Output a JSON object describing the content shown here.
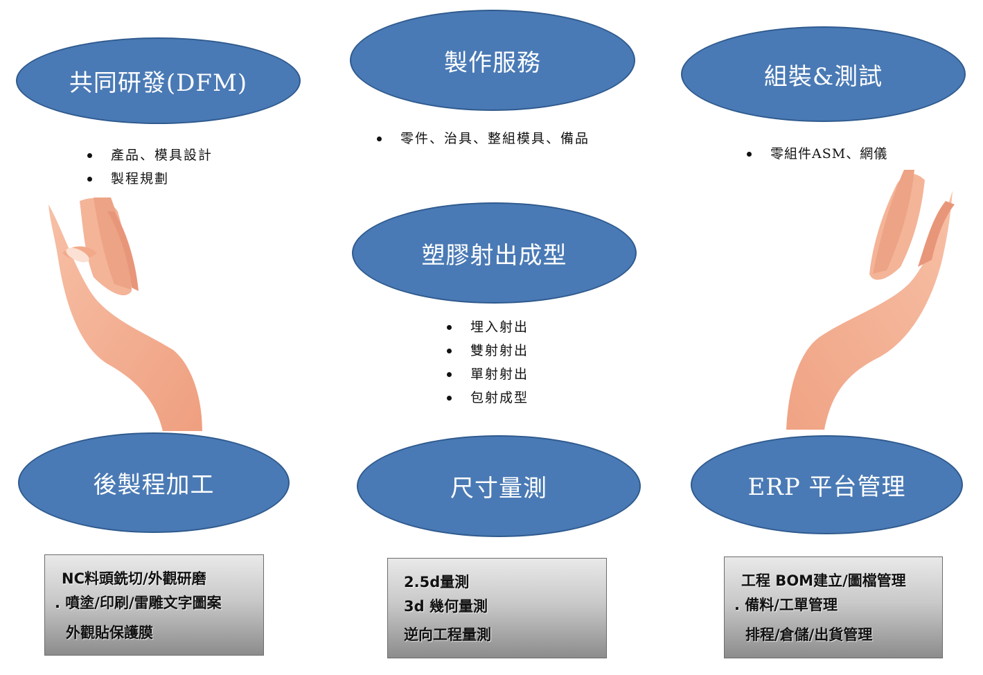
{
  "nodes": {
    "rd": {
      "label": "共同研發(DFM)"
    },
    "manufacturing": {
      "label": "製作服務"
    },
    "assembly": {
      "label": "組裝&測試"
    },
    "injection": {
      "label": "塑膠射出成型"
    },
    "post_process": {
      "label": "後製程加工"
    },
    "measurement": {
      "label": "尺寸量測"
    },
    "erp": {
      "label": "ERP 平台管理"
    }
  },
  "bullets": {
    "rd": [
      "產品、模具設計",
      "製程規劃"
    ],
    "manufacturing": [
      "零件、治具、整組模具、備品"
    ],
    "assembly": [
      "零組件ASM、網儀"
    ],
    "injection": [
      "埋入射出",
      "雙射射出",
      "單射射出",
      "包射成型"
    ]
  },
  "boxes": {
    "post_process": [
      "NC料頭銑切/外觀研磨",
      ". 噴塗/印刷/雷雕文字圖案",
      "外觀貼保護膜"
    ],
    "measurement": [
      "2.5d量測",
      "3d 幾何量測",
      "逆向工程量測"
    ],
    "erp": [
      "工程 BOM建立/圖檔管理",
      ". 備料/工單管理",
      "排程/倉儲/出貨管理"
    ]
  },
  "colors": {
    "ellipse_fill": "#4a7ab5",
    "ellipse_border": "#2f5a8e",
    "hand_skin": "#f2a98a"
  }
}
